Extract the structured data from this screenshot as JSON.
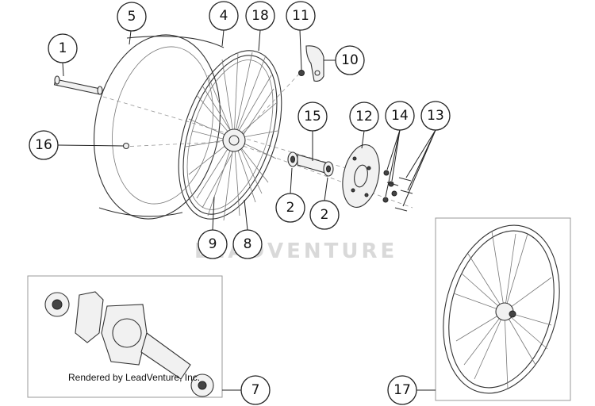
{
  "watermark": "LEADVENTURE",
  "credit": "Rendered by LeadVenture, Inc.",
  "callouts": {
    "c1": "1",
    "c2a": "2",
    "c2b": "2",
    "c4": "4",
    "c5": "5",
    "c7": "7",
    "c8": "8",
    "c9": "9",
    "c10": "10",
    "c11": "11",
    "c12": "12",
    "c13": "13",
    "c14": "14",
    "c15": "15",
    "c16": "16",
    "c17": "17",
    "c18": "18"
  }
}
